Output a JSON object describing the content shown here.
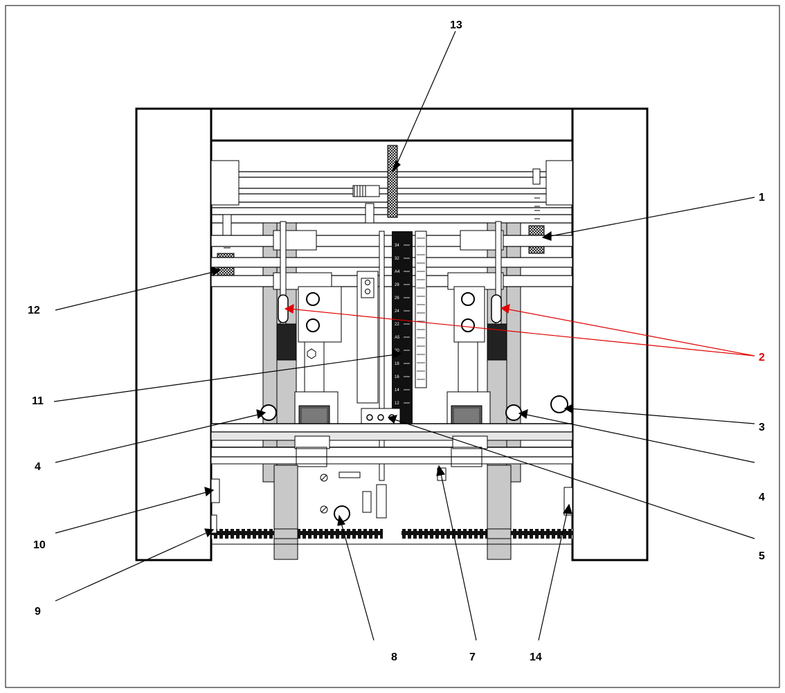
{
  "diagram": {
    "colors": {
      "line": "#000000",
      "panel": "#c8c8c8",
      "dark": "#222222",
      "highlight": "#e00000"
    },
    "callouts": [
      {
        "id": "1",
        "text": "1",
        "color": "#000000"
      },
      {
        "id": "2",
        "text": "2",
        "color": "#e00000"
      },
      {
        "id": "3",
        "text": "3",
        "color": "#000000"
      },
      {
        "id": "4a",
        "text": "4",
        "color": "#000000"
      },
      {
        "id": "4b",
        "text": "4",
        "color": "#000000"
      },
      {
        "id": "5",
        "text": "5",
        "color": "#000000"
      },
      {
        "id": "7",
        "text": "7",
        "color": "#000000"
      },
      {
        "id": "8",
        "text": "8",
        "color": "#000000"
      },
      {
        "id": "9",
        "text": "9",
        "color": "#000000"
      },
      {
        "id": "10",
        "text": "10",
        "color": "#000000"
      },
      {
        "id": "11",
        "text": "11",
        "color": "#000000"
      },
      {
        "id": "12",
        "text": "12",
        "color": "#000000"
      },
      {
        "id": "13",
        "text": "13",
        "color": "#000000"
      },
      {
        "id": "14",
        "text": "14",
        "color": "#000000"
      }
    ],
    "scale_ticks": [
      "34",
      "32",
      "A4",
      "28",
      "26",
      "24",
      "22",
      "A5",
      "20",
      "18",
      "16",
      "14",
      "12"
    ]
  }
}
